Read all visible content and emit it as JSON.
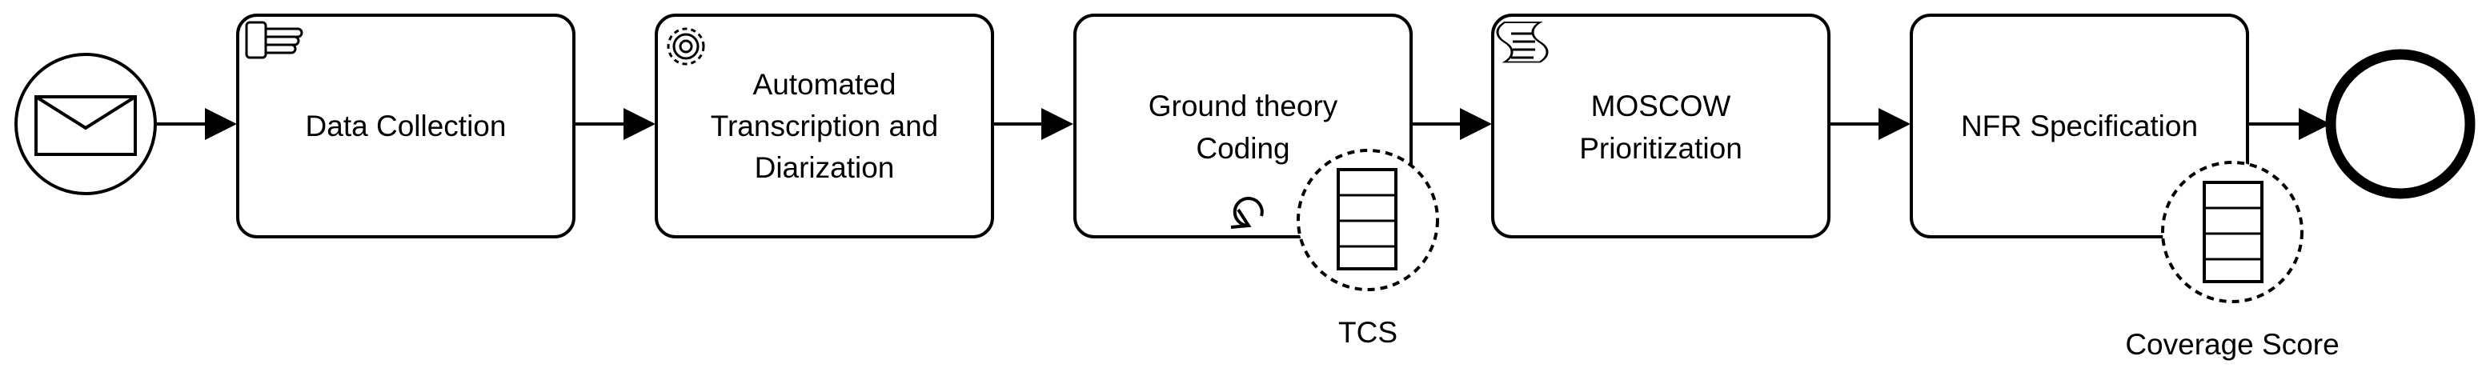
{
  "diagram": {
    "start_event": {
      "type": "message-start-event",
      "icon": "envelope-icon"
    },
    "end_event": {
      "type": "end-event"
    },
    "tasks": [
      {
        "lines": [
          "Data Collection"
        ],
        "marker": "manual-task-hand-icon"
      },
      {
        "lines": [
          "Automated",
          "Transcription and",
          "Diarization"
        ],
        "marker": "service-task-gear-icon"
      },
      {
        "lines": [
          "Ground theory",
          "Coding"
        ],
        "marker": "loop-marker-icon"
      },
      {
        "lines": [
          "MOSCOW",
          "Prioritization"
        ],
        "marker": "script-task-icon"
      },
      {
        "lines": [
          "NFR Specification"
        ],
        "marker": null
      }
    ],
    "data_objects": [
      {
        "label": "TCS",
        "icon": "data-object-icon",
        "attached_to": "Ground theory Coding"
      },
      {
        "label": "Coverage Score",
        "icon": "data-object-icon",
        "attached_to": "NFR Specification"
      }
    ],
    "colors": {
      "stroke": "#000000",
      "fill": "#ffffff"
    }
  }
}
